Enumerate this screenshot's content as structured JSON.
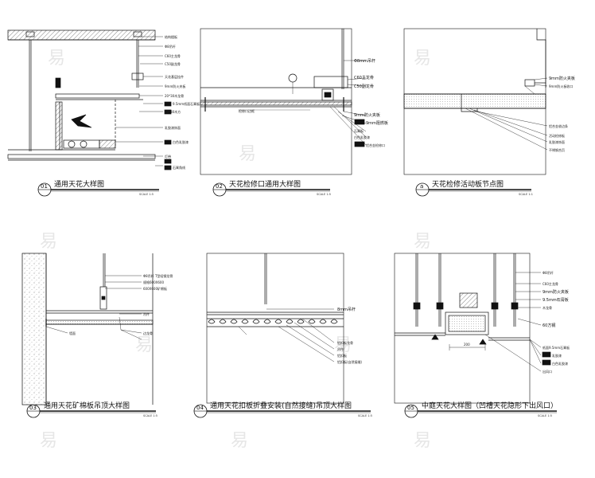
{
  "watermark": {
    "glyph": "易"
  },
  "details": [
    {
      "id": "d1",
      "number": "01",
      "title": "通用天花大样图",
      "scale": "SCALE 1:5",
      "labels": {
        "a": "结构楼板",
        "b": "Φ8吊杆",
        "c": "C60主龙骨",
        "d": "C50副龙骨",
        "e": "天花基层挂件",
        "f": "9mm防火夹板",
        "g": "20*30木龙骨",
        "h": "9.5mm纸面石膏板",
        "i": "乳胶漆饰面",
        "dim": "20*30木方",
        "j": "白色乳胶漆",
        "k": "灯带",
        "l": "石膏角线"
      }
    },
    {
      "id": "d2",
      "number": "02",
      "title": "天花检修口通用大样图",
      "scale": "SCALE 1:5",
      "labels": {
        "a": "Φ8mm吊杆",
        "b": "C60主龙骨",
        "c": "C50副龙骨",
        "d": "9mm防火夹板",
        "e": "9mm阻燃板",
        "f": "石膏板",
        "g": "白色乳胶漆",
        "h": "铝合金检修口",
        "i": "检修口边框"
      }
    },
    {
      "id": "d3",
      "number": "a",
      "title": "天花检修活动板节点图",
      "scale": "SCALE 1:1",
      "labels": {
        "a": "9mm防火夹板",
        "b": "9mm防火板收口",
        "c": "铝合金收边条",
        "d": "活动检修板",
        "e": "乳胶漆饰面",
        "f": "不锈钢合页"
      }
    },
    {
      "id": "d4",
      "number": "03",
      "title": "通用天花矿棉板吊顶大样图",
      "scale": "SCALE 1:5",
      "labels": {
        "a": "Φ8吊杆 T型轻钢龙骨",
        "b": "规格600X600",
        "c": "600X600矿棉板",
        "d": "吊件",
        "e": "边龙骨",
        "f": "墙面"
      }
    },
    {
      "id": "d5",
      "number": "04",
      "title": "通用天花扣板折叠安装(自然接缝)吊顶大样图",
      "scale": "SCALE 1:5",
      "labels": {
        "a": "8mm吊杆",
        "b": "铝扣板龙骨",
        "c": "吊件",
        "d": "铝扣板",
        "e": "铝扣板(自然接缝)"
      }
    },
    {
      "id": "d6",
      "number": "05",
      "title": "中庭天花大样图（凹槽天花隐形下出风口）",
      "scale": "SCALE 1:5",
      "dim": "200",
      "labels": {
        "a": "Φ8吊杆",
        "b": "C60主龙骨",
        "c": "9mm防火夹板",
        "d": "9.5mm石膏板",
        "e": "木龙骨",
        "f": "60方钢",
        "g": "纸面9.5mm石膏板",
        "h": "乳胶漆",
        "i": "白色乳胶漆",
        "j": "出风口"
      }
    }
  ]
}
